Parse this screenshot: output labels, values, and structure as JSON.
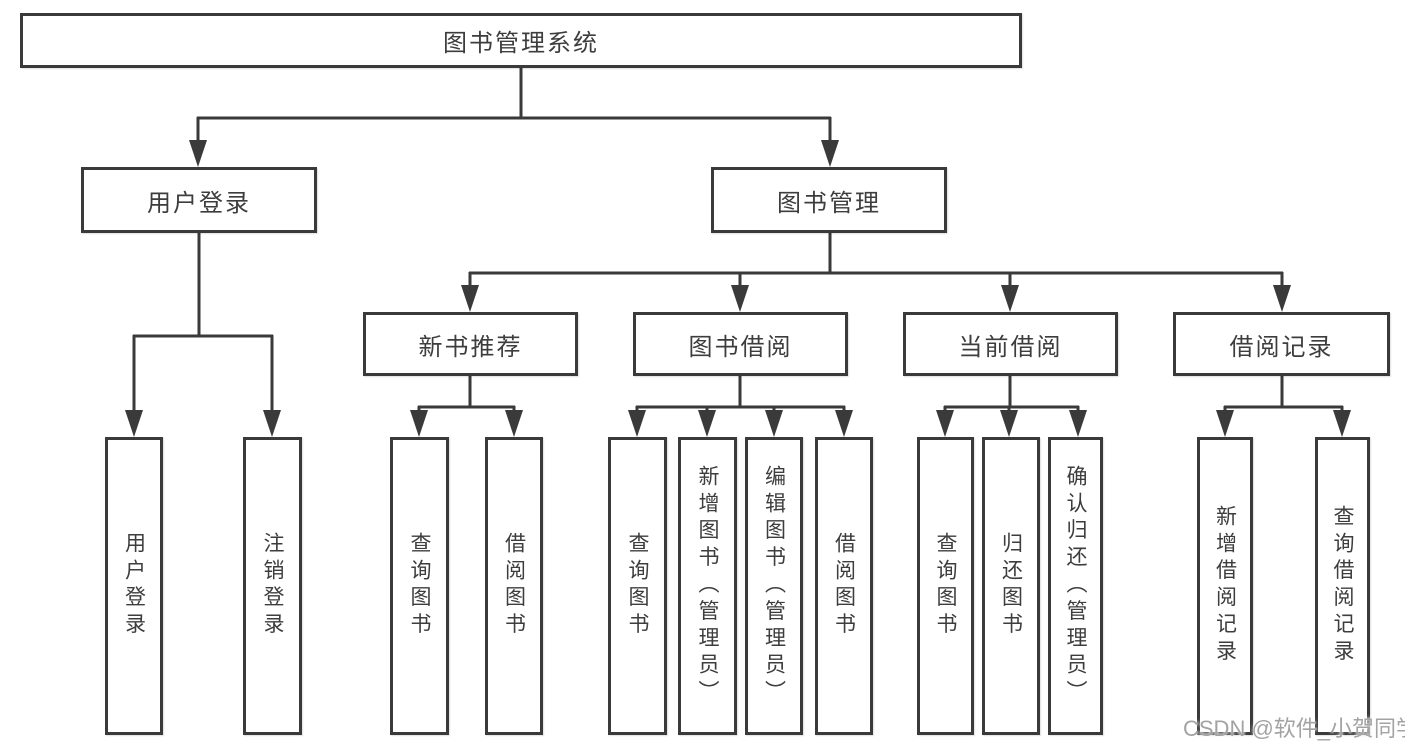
{
  "diagram": {
    "root": {
      "label": "图书管理系统"
    },
    "level2": [
      {
        "id": "user-login",
        "label": "用户登录"
      },
      {
        "id": "book-management",
        "label": "图书管理"
      }
    ],
    "level3": [
      {
        "id": "new-book-recommend",
        "label": "新书推荐",
        "parent": "图书管理"
      },
      {
        "id": "book-borrowing",
        "label": "图书借阅",
        "parent": "图书管理"
      },
      {
        "id": "current-borrowing",
        "label": "当前借阅",
        "parent": "图书管理"
      },
      {
        "id": "borrowing-records",
        "label": "借阅记录",
        "parent": "图书管理"
      }
    ],
    "leaves": [
      {
        "label": "用户登录",
        "parent": "用户登录"
      },
      {
        "label": "注销登录",
        "parent": "用户登录"
      },
      {
        "label": "查询图书",
        "parent": "新书推荐"
      },
      {
        "label": "借阅图书",
        "parent": "新书推荐"
      },
      {
        "label": "查询图书",
        "parent": "图书借阅"
      },
      {
        "label": "新增图书（管理员）",
        "parent": "图书借阅"
      },
      {
        "label": "编辑图书（管理员）",
        "parent": "图书借阅"
      },
      {
        "label": "借阅图书",
        "parent": "图书借阅"
      },
      {
        "label": "查询图书",
        "parent": "当前借阅"
      },
      {
        "label": "归还图书",
        "parent": "当前借阅"
      },
      {
        "label": "确认归还（管理员）",
        "parent": "当前借阅"
      },
      {
        "label": "新增借阅记录",
        "parent": "借阅记录"
      },
      {
        "label": "查询借阅记录",
        "parent": "借阅记录"
      }
    ]
  },
  "watermark": {
    "text": "CSDN @软件_小贺同学"
  },
  "colors": {
    "line": "#3a3a3a",
    "text": "#3d3d3d",
    "watermark": "#a3a3a3",
    "background": "#ffffff"
  }
}
